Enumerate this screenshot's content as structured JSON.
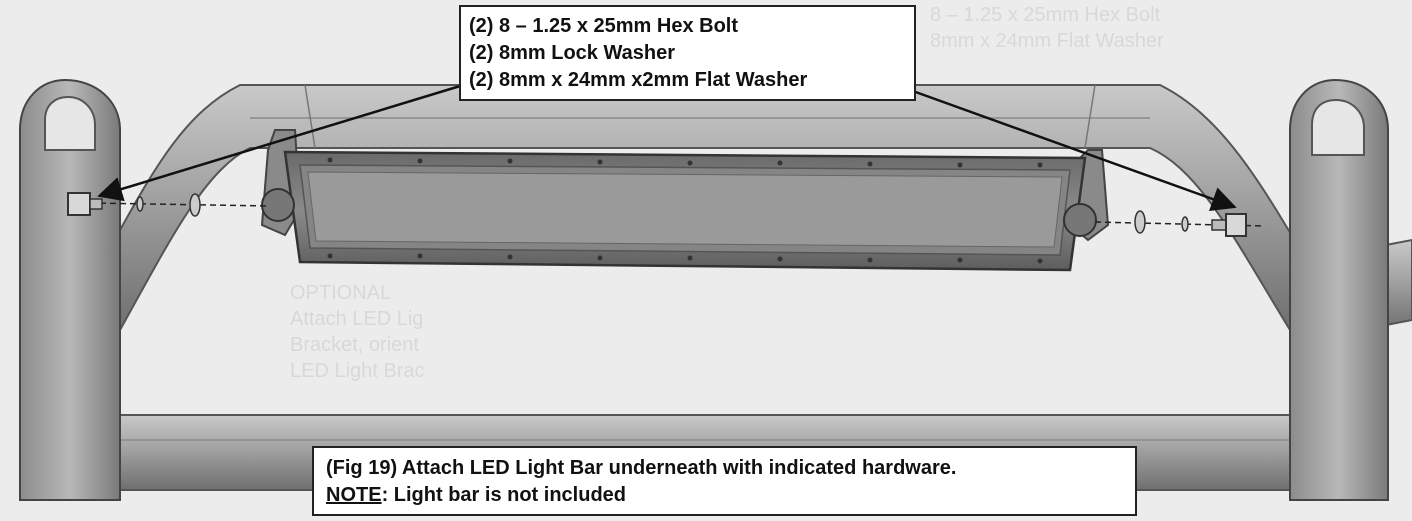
{
  "hardware_callout": {
    "lines": [
      "(2) 8 – 1.25 x 25mm Hex Bolt",
      "(2) 8mm Lock Washer",
      "(2) 8mm x 24mm x2mm Flat Washer"
    ]
  },
  "caption": {
    "figure_text": "(Fig 19) Attach LED Light Bar underneath with indicated hardware.",
    "note_label": "NOTE",
    "note_text": ": Light bar is not included"
  },
  "bleed_through": {
    "right_lines": [
      "8 – 1.25 x 25mm Hex Bolt",
      "8mm x 24mm Flat Washer"
    ],
    "side_lines": [
      "OPTIONAL",
      "Attach LED Lig",
      "Bracket, orient",
      "LED Light Brac"
    ]
  },
  "colors": {
    "frame": "#9a9a9a",
    "frame_dark": "#6e6e6e",
    "light_bar": "#7c7c7c",
    "background": "#ececec"
  }
}
